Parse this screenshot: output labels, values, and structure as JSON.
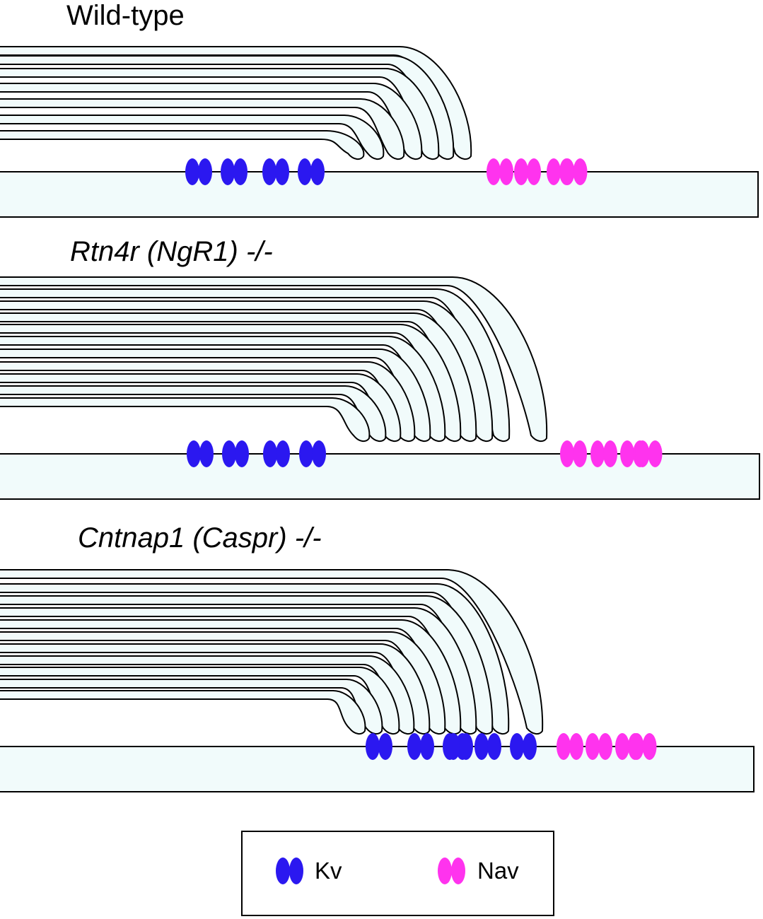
{
  "colors": {
    "axon_fill": "#f1fbfb",
    "myelin_fill": "#f1fbfb",
    "stroke": "#000000",
    "kv": "#2b18f0",
    "nav": "#ff33ee"
  },
  "panels": [
    {
      "title": "Wild-type",
      "italic": false,
      "kv_clusters": 4,
      "nav_clusters": 4
    },
    {
      "title": "Rtn4r (NgR1) -/-",
      "italic": true,
      "kv_clusters": 4,
      "nav_clusters": 5
    },
    {
      "title": "Cntnap1 (Caspr) -/-",
      "italic": true,
      "kv_clusters": 6,
      "nav_clusters": 4
    }
  ],
  "legend": {
    "items": [
      {
        "label": "Kv",
        "icon": "kv-channel-icon"
      },
      {
        "label": "Nav",
        "icon": "nav-channel-icon"
      }
    ]
  }
}
